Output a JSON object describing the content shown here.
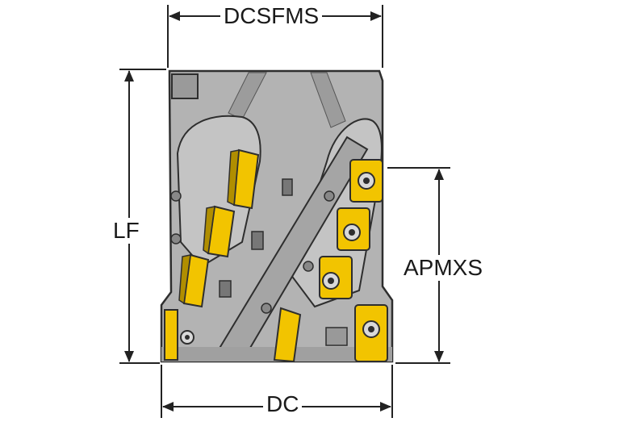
{
  "labels": {
    "top": "DCSFMS",
    "left": "LF",
    "right": "APMXS",
    "bottom": "DC"
  },
  "colors": {
    "body": "#b3b3b3",
    "body_dark": "#8f8f8f",
    "outline": "#2e2e2e",
    "insert": "#f2c400",
    "insert_dark": "#b08e00",
    "dim_line": "#222222"
  },
  "icons": {
    "arrow": "dimension-arrow-icon",
    "screw": "insert-screw-icon"
  }
}
